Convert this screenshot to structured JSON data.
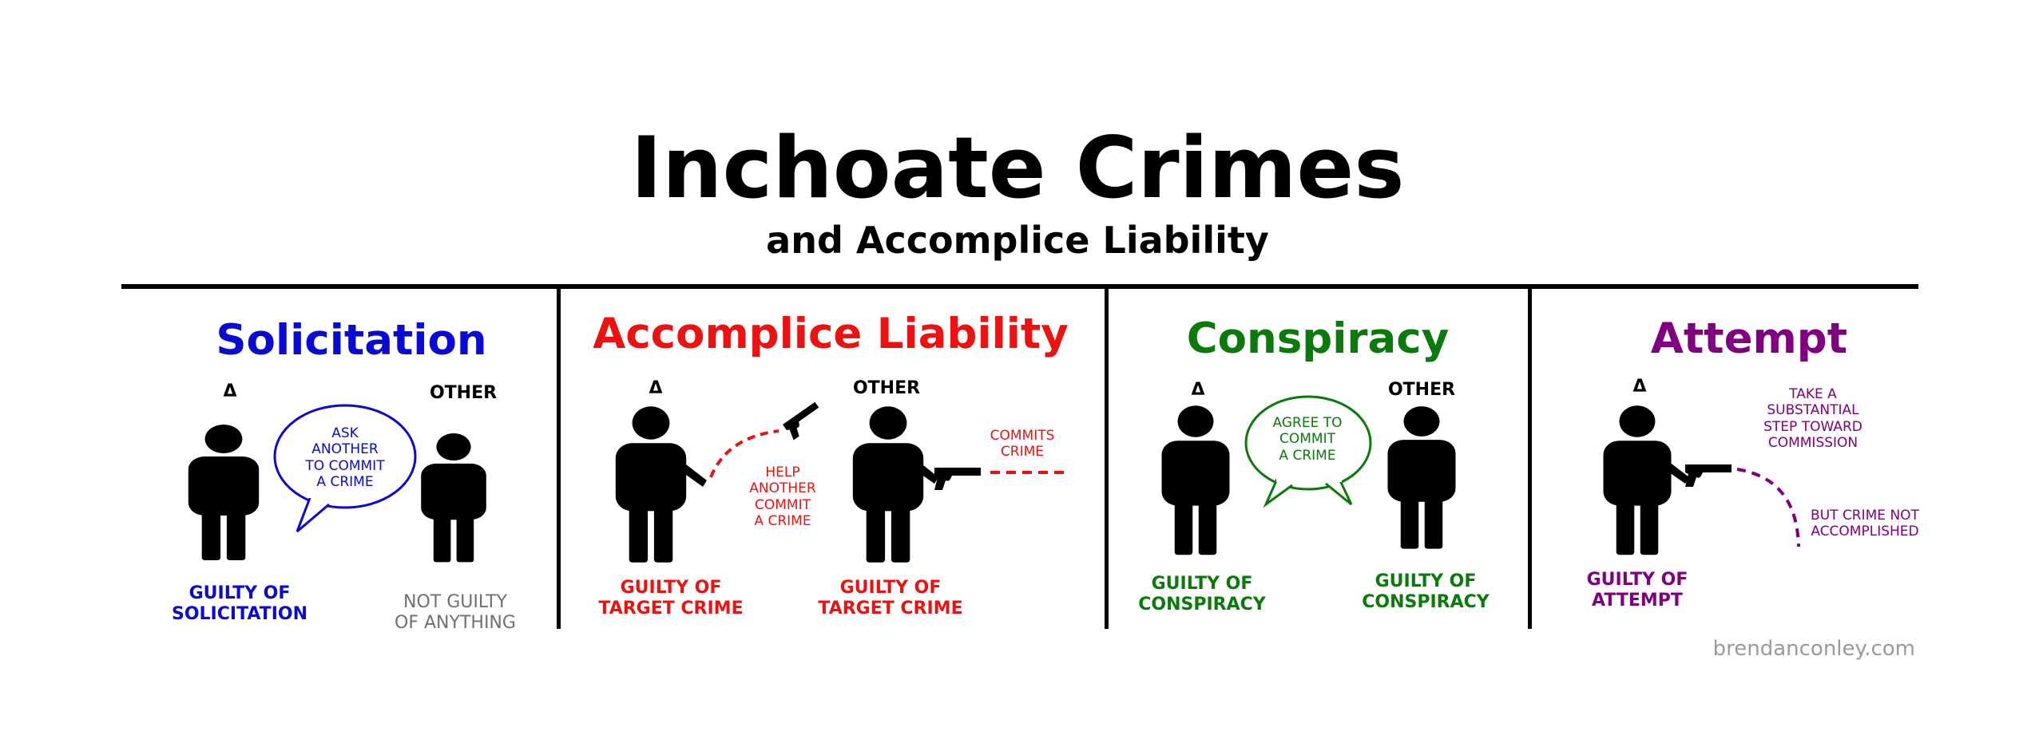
{
  "header": {
    "title": "Inchoate Crimes",
    "subtitle": "and Accomplice Liability"
  },
  "colors": {
    "solicitation": "#0a0ad2",
    "accomplice": "#ee1111",
    "conspiracy": "#0a7a0a",
    "attempt": "#800080",
    "grey": "#707070"
  },
  "sections": {
    "solicitation": {
      "title": "Solicitation",
      "delta": "Δ",
      "other": "OTHER",
      "speech": [
        "ASK",
        "ANOTHER",
        "TO COMMIT",
        "A CRIME"
      ],
      "delta_caption": [
        "GUILTY OF",
        "SOLICITATION"
      ],
      "other_caption": [
        "NOT GUILTY",
        "OF ANYTHING"
      ]
    },
    "accomplice": {
      "title": "Accomplice Liability",
      "delta": "Δ",
      "other": "OTHER",
      "help_note": [
        "HELP",
        "ANOTHER",
        "COMMIT",
        "A CRIME"
      ],
      "commits_note": [
        "COMMITS",
        "CRIME"
      ],
      "delta_caption": [
        "GUILTY OF",
        "TARGET CRIME"
      ],
      "other_caption": [
        "GUILTY OF",
        "TARGET CRIME"
      ]
    },
    "conspiracy": {
      "title": "Conspiracy",
      "delta": "Δ",
      "other": "OTHER",
      "speech": [
        "AGREE TO",
        "COMMIT",
        "A CRIME"
      ],
      "delta_caption": [
        "GUILTY OF",
        "CONSPIRACY"
      ],
      "other_caption": [
        "GUILTY OF",
        "CONSPIRACY"
      ]
    },
    "attempt": {
      "title": "Attempt",
      "delta": "Δ",
      "step_note": [
        "TAKE A",
        "SUBSTANTIAL",
        "STEP TOWARD",
        "COMMISSION"
      ],
      "fail_note": [
        "BUT CRIME NOT",
        "ACCOMPLISHED"
      ],
      "delta_caption": [
        "GUILTY OF",
        "ATTEMPT"
      ]
    }
  },
  "credit": "brendanconley.com"
}
